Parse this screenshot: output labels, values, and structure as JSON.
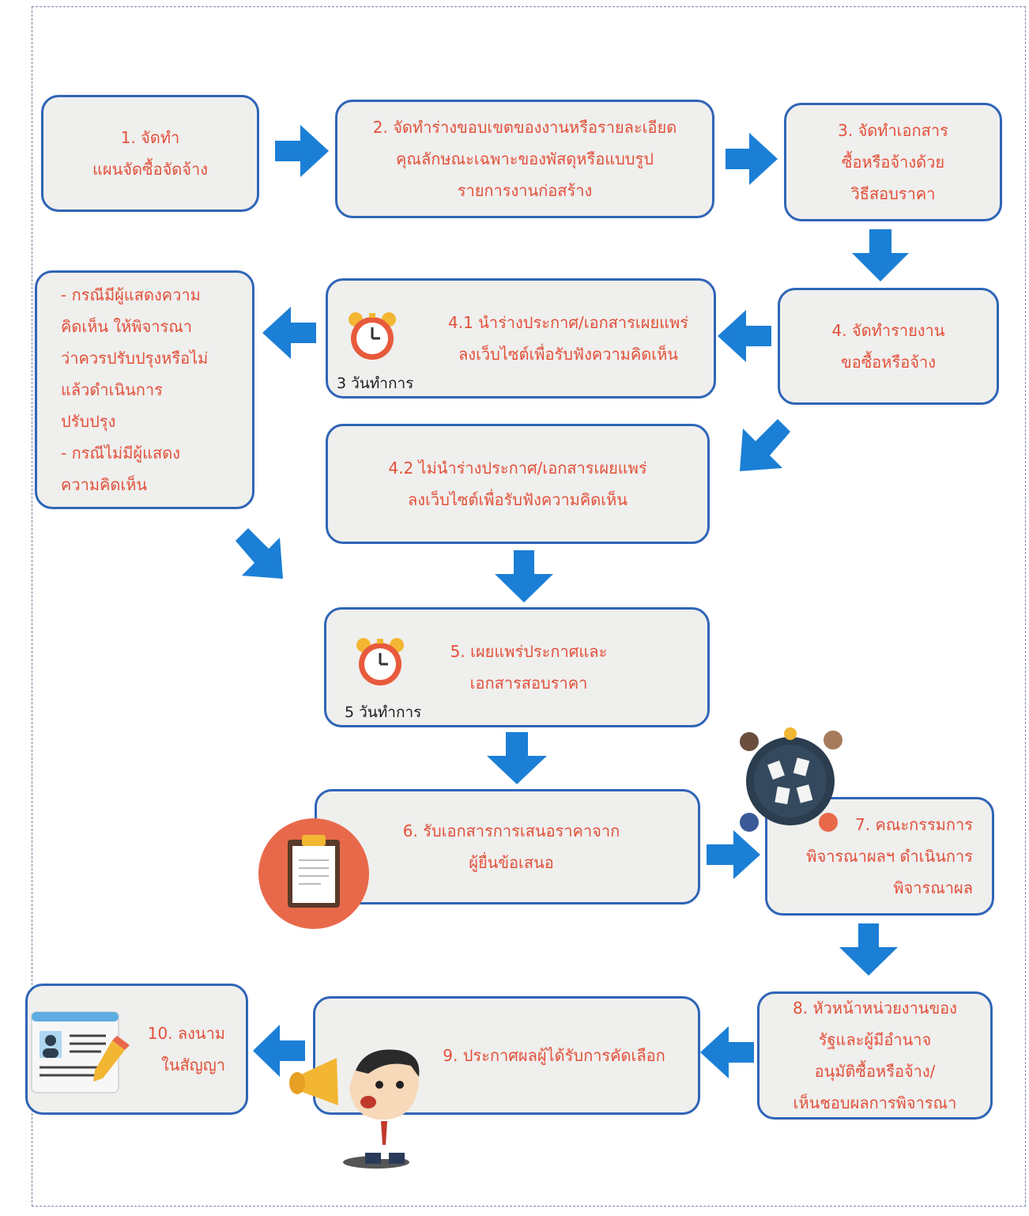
{
  "steps": {
    "s1": "1. จัดทำ\nแผนจัดซื้อจัดจ้าง",
    "s2": "2. จัดทำร่างขอบเขตของงานหรือรายละเอียด\nคุณลักษณะเฉพาะของพัสดุหรือแบบรูป\nรายการงานก่อสร้าง",
    "s3": "3. จัดทำเอกสาร\nซื้อหรือจ้างด้วย\nวิธีสอบราคา",
    "s4": "4. จัดทำรายงาน\nขอซื้อหรือจ้าง",
    "s41": "4.1 นำร่างประกาศ/เอกสารเผยแพร่\nลงเว็บไซต์เพื่อรับฟังความคิดเห็น",
    "s41_days": "3 วันทำการ",
    "comments": "- กรณีมีผู้แสดงความ\nคิดเห็น ให้พิจารณา\nว่าควรปรับปรุงหรือไม่\nแล้วดำเนินการ\nปรับปรุง\n- กรณีไม่มีผู้แสดง\nความคิดเห็น",
    "s42": "4.2 ไม่นำร่างประกาศ/เอกสารเผยแพร่\nลงเว็บไซต์เพื่อรับฟังความคิดเห็น",
    "s5": "5. เผยแพร่ประกาศและ\nเอกสารสอบราคา",
    "s5_days": "5 วันทำการ",
    "s6": "6. รับเอกสารการเสนอราคาจาก\nผู้ยื่นข้อเสนอ",
    "s7": "7. คณะกรรมการ\nพิจารณาผลฯ ดำเนินการ\nพิจารณาผล",
    "s8": "8. หัวหน้าหน่วยงานของ\nรัฐและผู้มีอำนาจ\nอนุมัติซื้อหรือจ้าง/\nเห็นชอบผลการพิจารณา",
    "s9": "9. ประกาศผลผู้ได้รับการคัดเลือก",
    "s10": "10. ลงนาม\nในสัญญา"
  },
  "icons": [
    "alarm-clock-icon",
    "alarm-clock-icon",
    "clipboard-icon",
    "meeting-table-icon",
    "businessman-megaphone-icon",
    "contract-signing-icon"
  ],
  "colors": {
    "box_border": "#2f65b7",
    "box_fill": "#efefed",
    "text": "#e3503a",
    "arrow": "#1b7fd6"
  }
}
